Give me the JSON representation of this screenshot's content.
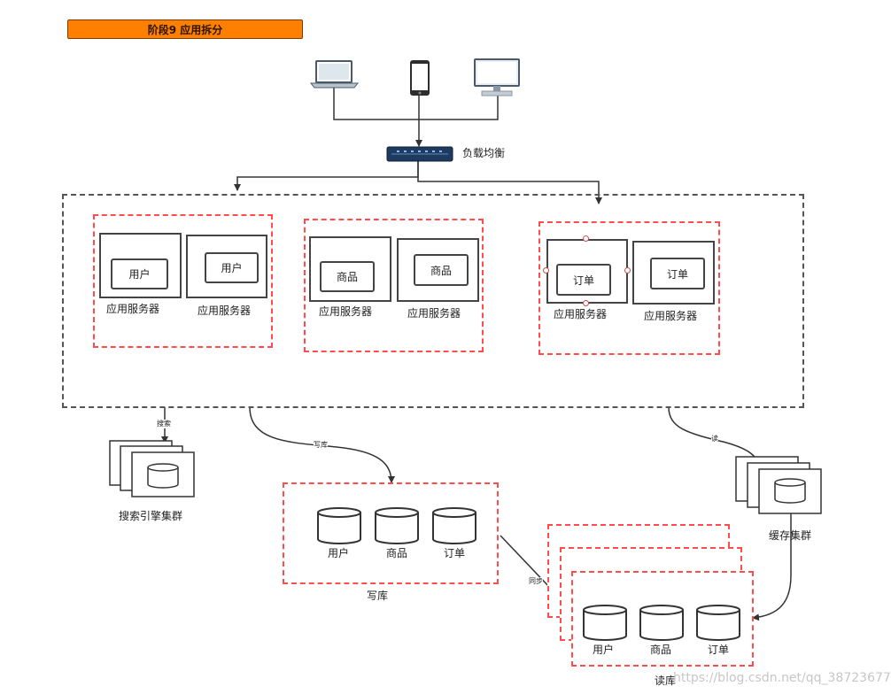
{
  "title": "阶段9 应用拆分",
  "load_balancer_label": "负载均衡",
  "app_groups": [
    {
      "servers": [
        {
          "module": "用户",
          "label": "应用服务器"
        },
        {
          "module": "用户",
          "label": "应用服务器"
        }
      ]
    },
    {
      "servers": [
        {
          "module": "商品",
          "label": "应用服务器"
        },
        {
          "module": "商品",
          "label": "应用服务器"
        }
      ]
    },
    {
      "servers": [
        {
          "module": "订单",
          "label": "应用服务器"
        },
        {
          "module": "订单",
          "label": "应用服务器"
        }
      ]
    }
  ],
  "edges": {
    "search": "搜索",
    "write": "写库",
    "read": "读",
    "sync": "同步"
  },
  "search_cluster_label": "搜索引擎集群",
  "cache_cluster_label": "缓存集群",
  "write_db": {
    "label": "写库",
    "dbs": [
      "用户",
      "商品",
      "订单"
    ]
  },
  "read_db": {
    "label": "读库",
    "dbs": [
      "用户",
      "商品",
      "订单"
    ]
  },
  "watermark": "https://blog.csdn.net/qq_38723677"
}
